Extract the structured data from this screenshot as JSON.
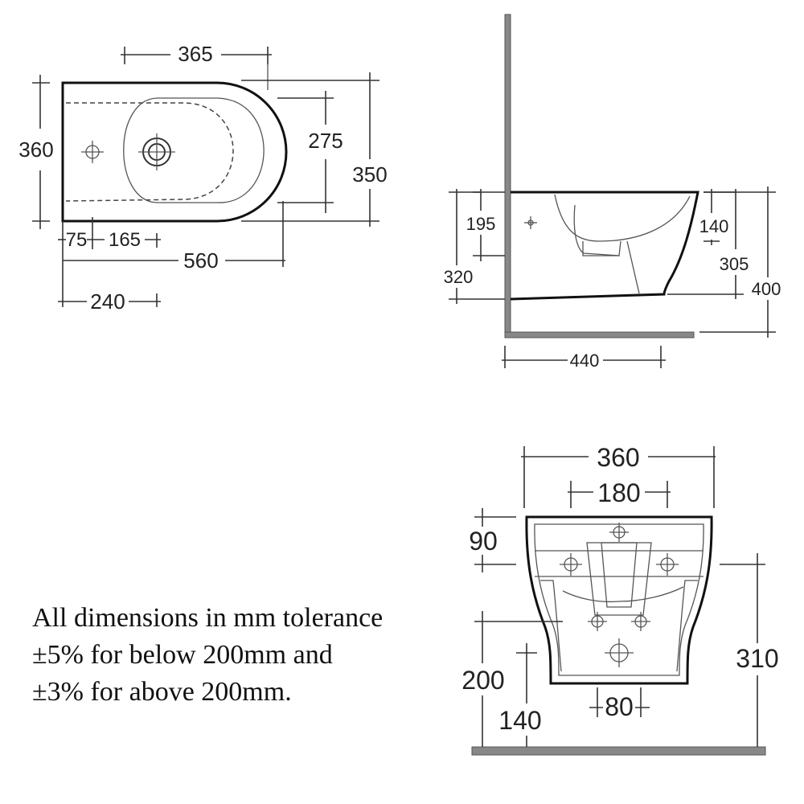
{
  "plan_view": {
    "dim_365": "365",
    "dim_360": "360",
    "dim_275": "275",
    "dim_350": "350",
    "dim_75": "75",
    "dim_165": "165",
    "dim_560": "560",
    "dim_240": "240"
  },
  "side_view": {
    "dim_195": "195",
    "dim_140": "140",
    "dim_305": "305",
    "dim_320": "320",
    "dim_400": "400",
    "dim_440": "440"
  },
  "rear_view": {
    "dim_360": "360",
    "dim_180": "180",
    "dim_90": "90",
    "dim_310": "310",
    "dim_200": "200",
    "dim_140": "140",
    "dim_80": "80"
  },
  "note": {
    "line1": "All dimensions in mm tolerance",
    "line2": "±5% for below 200mm and",
    "line3": "±3% for above 200mm."
  }
}
